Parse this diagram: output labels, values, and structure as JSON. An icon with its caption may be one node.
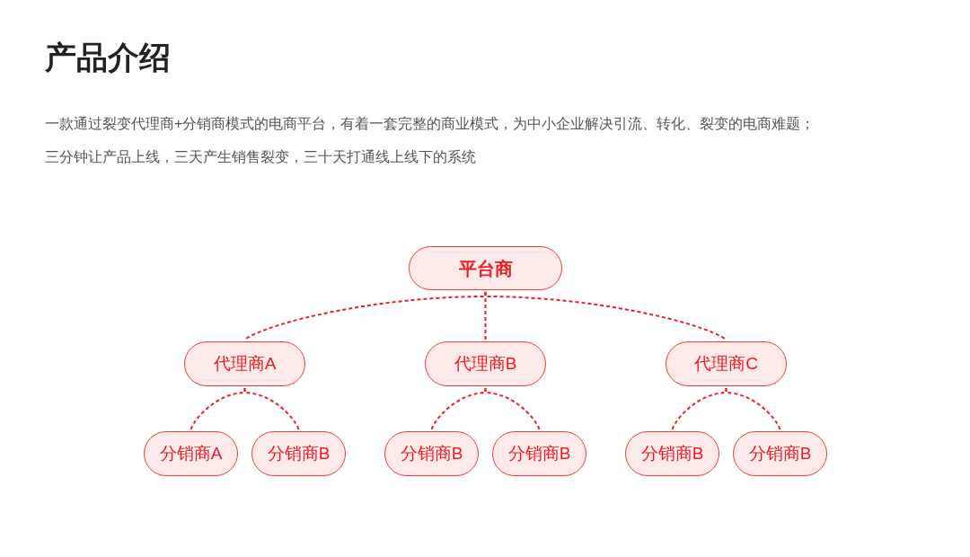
{
  "diagram": {
    "title": "产品介绍",
    "nodes": [
      {
        "text": [
          "平台商"
        ]
      },
      {
        "text": [
          "代理商A"
        ]
      },
      {
        "text": [
          "代理商B"
        ]
      },
      {
        "text": [
          "代理商C"
        ]
      },
      {
        "text": [
          "分销商A"
        ]
      },
      {
        "text": [
          "分销商B"
        ]
      },
      {
        "text": [
          "分销商B"
        ]
      },
      {
        "text": [
          "分销商B"
        ]
      },
      {
        "text": [
          "分销商B"
        ]
      },
      {
        "text": [
          "分销商B"
        ]
      }
    ],
    "edges": [
      {
        "from": 0,
        "to": 1,
        "arrow": "none",
        "style": "dashed"
      },
      {
        "from": 0,
        "to": 2,
        "arrow": "none",
        "style": "dashed"
      },
      {
        "from": 0,
        "to": 3,
        "arrow": "none",
        "style": "dashed"
      },
      {
        "from": 1,
        "to": 4,
        "arrow": "none",
        "style": "dashed"
      },
      {
        "from": 1,
        "to": 5,
        "arrow": "none",
        "style": "dashed"
      },
      {
        "from": 2,
        "to": 6,
        "arrow": "none",
        "style": "dashed"
      },
      {
        "from": 2,
        "to": 7,
        "arrow": "none",
        "style": "dashed"
      },
      {
        "from": 3,
        "to": 8,
        "arrow": "none",
        "style": "dashed"
      },
      {
        "from": 3,
        "to": 9,
        "arrow": "none",
        "style": "dashed"
      }
    ],
    "labels": [
      "一款通过裂变代理商+分销商模式的电商平台，有着一套完整的商业模式，为中小企业解决引流、转化、裂变的电商难题；",
      "三分钟让产品上线，三天产生销售裂变，三十天打通线上线下的系统"
    ]
  }
}
